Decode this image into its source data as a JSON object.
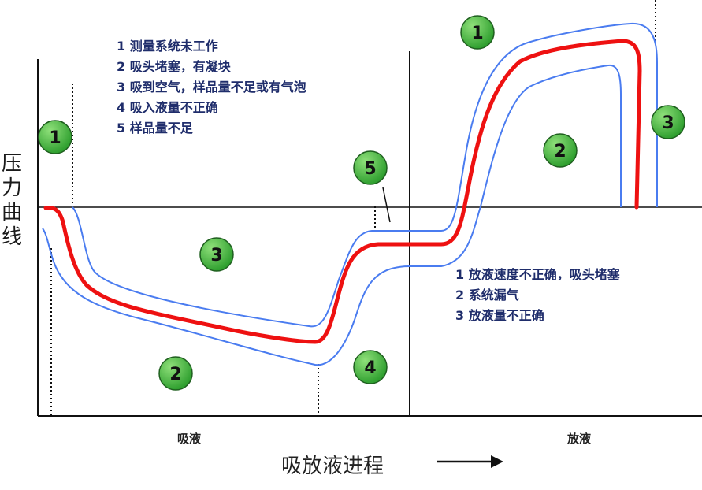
{
  "y_axis_label": [
    "压",
    "力",
    "曲",
    "线"
  ],
  "x_axis_title": "吸放液进程",
  "phase_labels": {
    "aspirate": "吸液",
    "dispense": "放液"
  },
  "aspirate_notes": [
    "1 测量系统未工作",
    "2 吸头堵塞，有凝块",
    "3 吸到空气，样品量不足或有气泡",
    "4 吸入液量不正确",
    "5 样品量不足"
  ],
  "dispense_notes": [
    "1 放液速度不正确，吸头堵塞",
    "2 系统漏气",
    "3 放液量不正确"
  ],
  "markers": [
    {
      "id": "asp-1",
      "label": "1"
    },
    {
      "id": "asp-2",
      "label": "2"
    },
    {
      "id": "asp-3",
      "label": "3"
    },
    {
      "id": "asp-4",
      "label": "4"
    },
    {
      "id": "asp-5",
      "label": "5"
    },
    {
      "id": "disp-1",
      "label": "1"
    },
    {
      "id": "disp-2",
      "label": "2"
    },
    {
      "id": "disp-3",
      "label": "3"
    }
  ],
  "colors": {
    "nominal_curve": "#ee1111",
    "tolerance_band": "#4a7cf0",
    "marker_fill": "#3ab53a",
    "note_text": "#1f2d6b",
    "axis": "#111111"
  }
}
